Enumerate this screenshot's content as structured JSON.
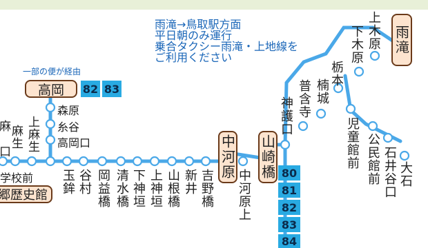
{
  "map": {
    "notice": {
      "line1": "雨滝→鳥取駅方面",
      "line2": "平日朝のみ運行",
      "line3": "乗合タクシー雨滝・上地線を",
      "line4": "ご利用ください"
    },
    "partial_route_note": "一部の便が経由",
    "terminals": {
      "takaoka": "高岡",
      "nakagawara": "中河原",
      "yamasakibashi": "山崎橋",
      "amedaki": "雨滝",
      "museum_fragment": "郷歴史館"
    },
    "takaoka_routes": [
      "82",
      "83"
    ],
    "yamasaki_routes": [
      "80",
      "81",
      "82",
      "83",
      "84"
    ],
    "branch_stops": [
      "森原",
      "糸谷",
      "高岡口"
    ],
    "left_stops": {
      "edge_a": "麻",
      "edge_b": "口",
      "asao": "麻生",
      "kami_asao": "上麻生",
      "gakkomae": "学校前"
    },
    "main_stops": [
      "玉鉾",
      "谷村",
      "岡益橋",
      "清水橋",
      "下神垣",
      "上神垣",
      "山根橋",
      "新井",
      "吉野橋"
    ],
    "nakagawara_kami": "中河原上",
    "upper_stops": [
      "神護口",
      "普含寺",
      "楠城",
      "栃本",
      "下木原",
      "上木原"
    ],
    "lower_right_stops": [
      "児童館前",
      "公民館前",
      "石井谷口",
      "大石"
    ],
    "colors": {
      "route_line": "#4aa8e8",
      "badge": "#29aae2",
      "terminal_fill": "#fde4cf",
      "terminal_border": "#6a3a1a",
      "notice_text": "#1a66b8",
      "top_band": "#e8f0d8"
    }
  }
}
